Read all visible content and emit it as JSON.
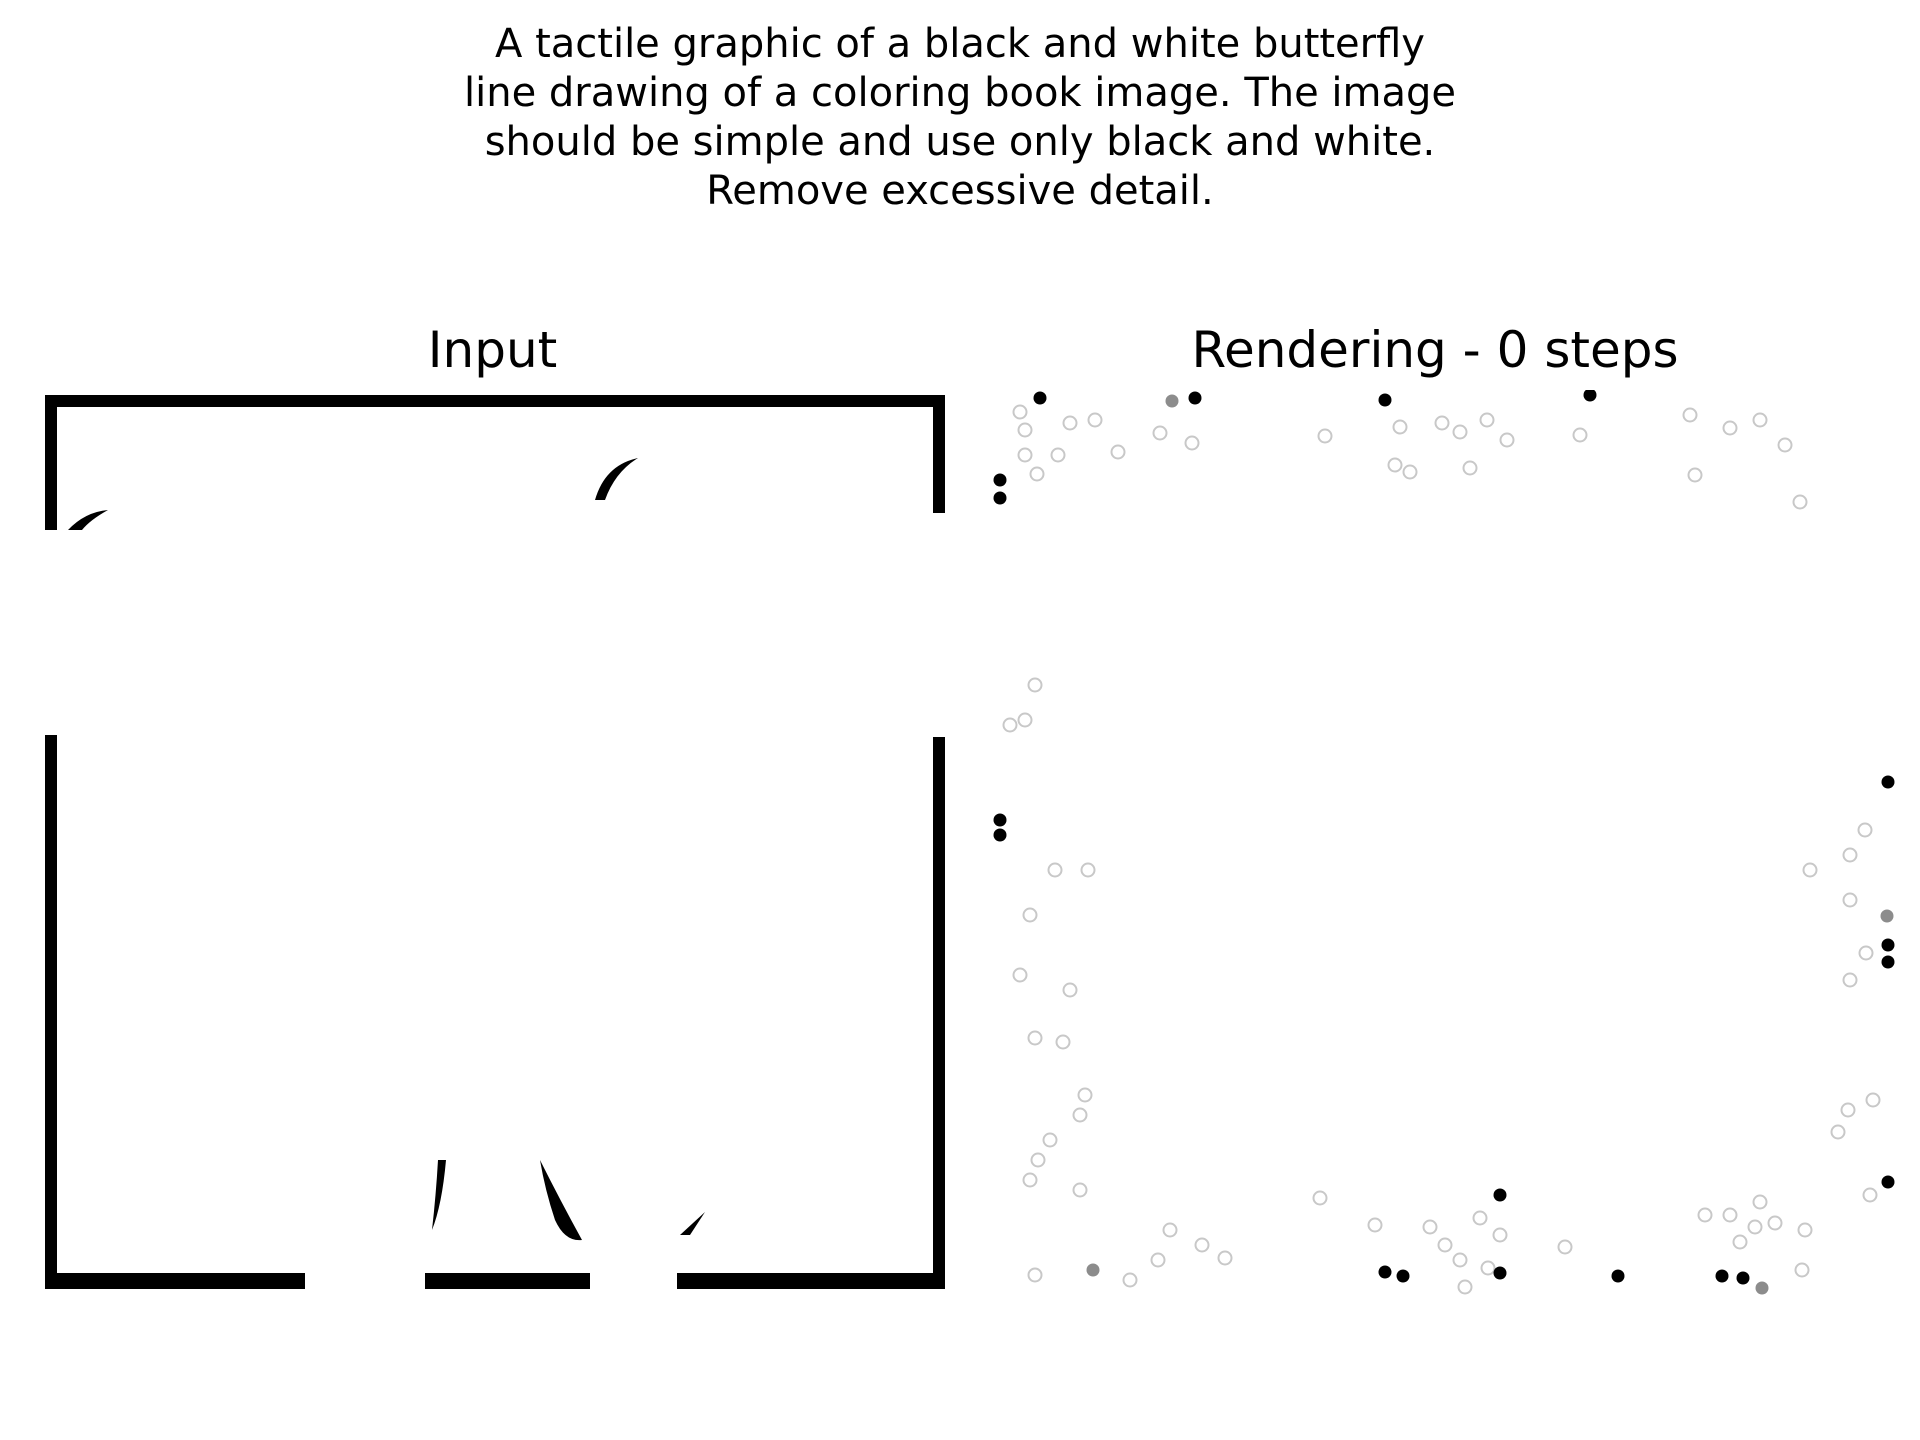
{
  "caption": {
    "lines": [
      "A tactile graphic of a black and white butterfly",
      "line drawing of a coloring book image. The image",
      "should be simple and use only black and white.",
      "Remove excessive detail."
    ]
  },
  "panels": {
    "input": {
      "title": "Input"
    },
    "rendering": {
      "title": "Rendering - 0 steps"
    }
  },
  "colors": {
    "ink": "#000000",
    "paper": "#ffffff",
    "gray_dot": "#8c8c8c",
    "faint_outline": "#c8c8c8"
  }
}
